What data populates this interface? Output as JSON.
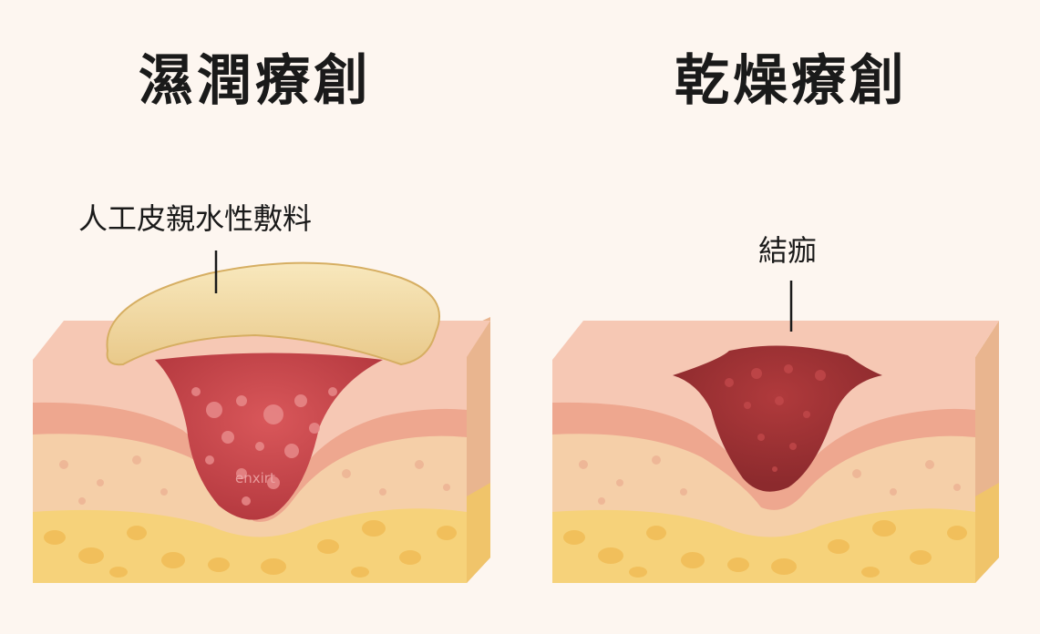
{
  "left_panel": {
    "title": "濕潤療創",
    "label": "人工皮親水性敷料",
    "watermark": "enxirt"
  },
  "right_panel": {
    "title": "乾燥療創",
    "label": "結痂"
  },
  "colors": {
    "background": "#fdf6f0",
    "epidermis": "#f6c8b4",
    "dermis": "#f0b19c",
    "dermis_band": "#e9a08a",
    "subcutis": "#f5cfa8",
    "fat": "#f6d27a",
    "wound_moist": "#c9454a",
    "wound_dry": "#9e2f32",
    "dressing": "#f3dca2"
  }
}
